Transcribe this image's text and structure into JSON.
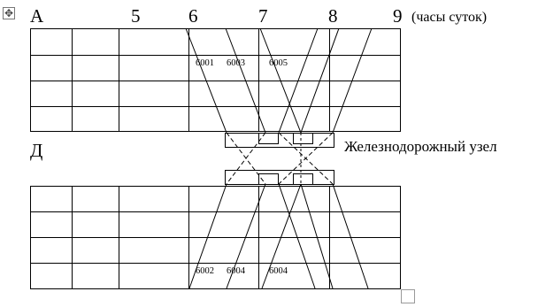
{
  "header": {
    "station_a": "А",
    "hours": [
      "5",
      "6",
      "7",
      "8",
      "9"
    ],
    "hours_caption": "(часы суток)"
  },
  "station_d": "Д",
  "junction_label": "Железнодорожный узел",
  "trains_top": [
    "6001",
    "6003",
    "6005"
  ],
  "trains_bottom": [
    "6002",
    "6004",
    "6004"
  ],
  "icons": {
    "move_handle": "move-handle-icon",
    "resize_handle": "resize-handle-icon"
  },
  "colors": {
    "ink": "#000000",
    "background": "#ffffff"
  }
}
